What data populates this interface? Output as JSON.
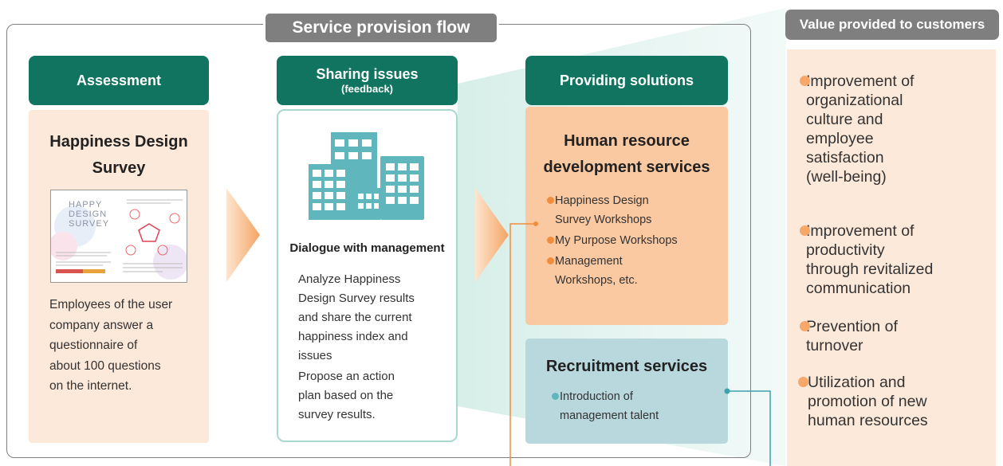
{
  "flow_title": "Service provision flow",
  "value_title": "Value provided to customers",
  "assessment": {
    "header": "Assessment",
    "survey_title_1": "Happiness Design",
    "survey_title_2": "Survey",
    "cover_text_1": "HAPPY",
    "cover_text_2": "DESIGN",
    "cover_text_3": "SURVEY",
    "description": [
      "Employees of the user",
      "company answer a",
      "questionnaire of",
      "about 100 questions",
      "on the internet."
    ]
  },
  "sharing": {
    "header_1": "Sharing issues",
    "header_2": "(feedback)",
    "subtitle": "Dialogue with management",
    "text_1": [
      "Analyze Happiness",
      "Design Survey results",
      "and share the current",
      "happiness index and",
      "issues"
    ],
    "text_2": [
      "Propose an action",
      "plan based on the",
      "survey results."
    ]
  },
  "solutions": {
    "header": "Providing solutions",
    "hr_title_1": "Human resource",
    "hr_title_2": "development services",
    "hr_items": [
      [
        "Happiness Design",
        "Survey Workshops"
      ],
      [
        "My Purpose Workshops"
      ],
      [
        "Management",
        "Workshops, etc."
      ]
    ],
    "rec_title": "Recruitment services",
    "rec_items": [
      [
        "Introduction of",
        "management talent"
      ]
    ]
  },
  "values": [
    [
      "Improvement of",
      "organizational",
      "culture and",
      "employee",
      "satisfaction",
      "(well-being)"
    ],
    [
      "Improvement of",
      "productivity",
      "through revitalized",
      "communication"
    ],
    [
      "Prevention of",
      "turnover"
    ],
    [
      "Utilization and",
      "promotion of new",
      "human resources"
    ]
  ],
  "colors": {
    "header_green": "#117460",
    "orange": "#f7a869",
    "teal": "#5fb7bd",
    "peach": "#fde9d9",
    "grey": "#7f7f7f"
  },
  "icons": [
    "office-buildings-icon",
    "arrow-right-icon",
    "survey-document-image"
  ]
}
